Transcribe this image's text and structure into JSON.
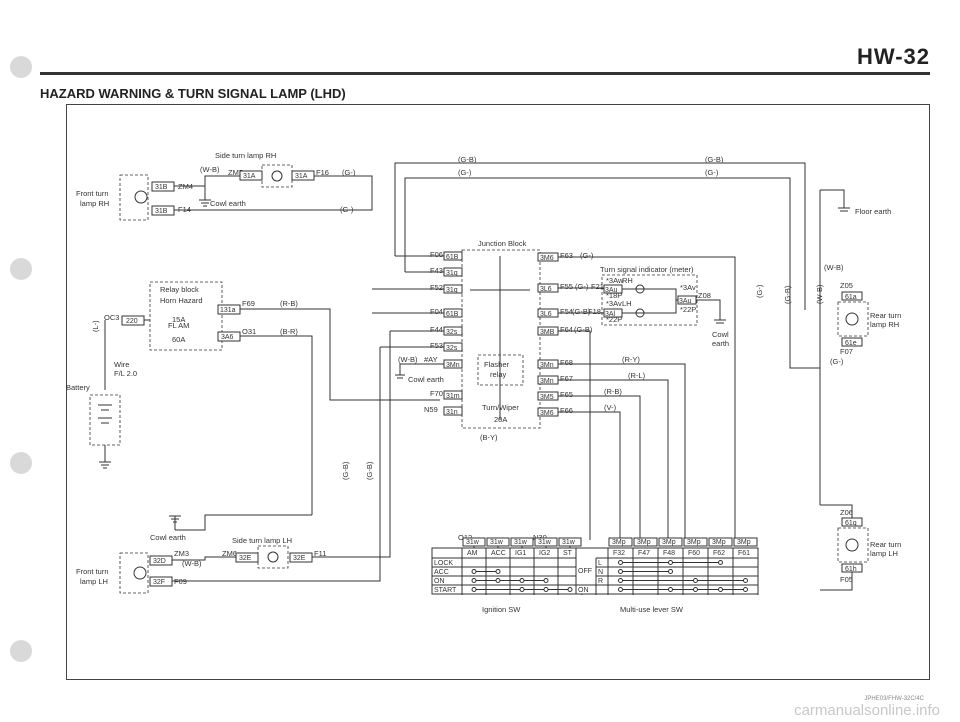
{
  "header": {
    "code": "HW-32",
    "title": "HAZARD WARNING & TURN SIGNAL LAMP (LHD)"
  },
  "components": {
    "side_turn_rh": "Side turn lamp RH",
    "side_turn_lh": "Side turn lamp LH",
    "front_turn_rh": [
      "Front turn",
      "lamp RH"
    ],
    "front_turn_lh": [
      "Front turn",
      "lamp LH"
    ],
    "rear_turn_rh": [
      "Rear turn",
      "lamp RH"
    ],
    "rear_turn_lh": [
      "Rear turn",
      "lamp LH"
    ],
    "relay_block": "Relay block",
    "horn_hazard": [
      "Horn Hazard",
      "15A"
    ],
    "fl_am": [
      "FL AM",
      "60A"
    ],
    "wire_fl": [
      "Wire",
      "F/L 2.0"
    ],
    "battery": "Battery",
    "junction_block": "Junction Block",
    "flasher_relay": [
      "Flasher",
      "relay"
    ],
    "turn_wiper": [
      "Turn/Wiper",
      "20A"
    ],
    "turn_indicator": "Turn signal indicator (meter)",
    "ignition_sw": "Ignition SW",
    "multi_use_sw": "Multi-use lever SW"
  },
  "earths": {
    "cowl_top": "Cowl earth",
    "cowl_mid": "Cowl earth",
    "cowl_bottom": "Cowl earth",
    "cowl_right": [
      "Cowl",
      "earth"
    ],
    "floor": "Floor earth"
  },
  "wire_labels": {
    "wb_top": "(W-B)",
    "gl_top": "(G-)",
    "gl_rh": "(G-)",
    "gb_main": "(G-B)",
    "gl_main": "(G-)",
    "gb_main_right": "(G-B)",
    "gl_main_right": "(G-)",
    "rb_relay": "(R-B)",
    "rb_relay2": "(B-R)",
    "l_vertical": "(L-)",
    "wb_flasher": "(W-B)",
    "gl_f63": "(G-)",
    "gl_f55": "(G-)",
    "gb_f54": "(G-B)",
    "gb_f64": "(G-B)",
    "ry": "(R-Y)",
    "rl": "(R-L)",
    "rb": "(R-B)",
    "vl": "(V-)",
    "by": "(B-Y)",
    "gb_vert1": "(G-B)",
    "gb_vert2": "(G-B)",
    "gl_vert_r": "(G-)",
    "gb_vert_r": "(G-B)",
    "wb_vert_r": "(W-B)",
    "wb_rear": "(W-B)",
    "gl_rear": "(G-)",
    "wb_lh": "(W-B)",
    "ay": "#AY"
  },
  "connectors": {
    "zm5": "ZM5",
    "f16": "F16",
    "zm4": "ZM4",
    "f14": "F14",
    "zm3": "ZM3",
    "zm6": "ZM6",
    "f11": "F11",
    "f09": "F09",
    "oc3": "OC3",
    "f69": "F69",
    "o31": "O31",
    "f06": "F06",
    "f43": "F43",
    "f52": "F52",
    "f04": "F04",
    "f44": "F44",
    "f53": "F53",
    "f70": "F70",
    "n59": "N59",
    "f63": "F63",
    "f55": "F55",
    "f54": "F54",
    "f64": "F64",
    "f68": "F68",
    "f67": "F67",
    "f65": "F65",
    "f66": "F66",
    "f21": "F21",
    "f18": "F18",
    "z08": "Z08",
    "z05": "Z05",
    "f07": "F07",
    "z06": "Z06",
    "f05": "F05",
    "o12": "O12",
    "n30": "N30"
  },
  "pins": {
    "p31b": "31B",
    "p31b2": "31B",
    "p31a": "31A",
    "p31a2": "31A",
    "p32d": "32D",
    "p32f": "32F",
    "p32e": "32E",
    "p32e2": "32E",
    "p31a_relay": "131a",
    "p3a6": "3A6",
    "p220": "220",
    "p61b": "61B",
    "p31g": "31g",
    "p31q": "31q",
    "p61b2": "61B",
    "p32s": "32s",
    "p32s2": "32s",
    "p3mn": "3Mn",
    "p31m": "31m",
    "p31n": "31n",
    "p3m6": "3M6",
    "p3l6": "3L6",
    "p3l6b": "3L6",
    "p3mb": "3MB",
    "p3mn2": "3Mn",
    "p3mn3": "3Mn",
    "p3m5": "3M5",
    "p3m6b": "3M6",
    "p3au": "3Au",
    "p3al": "3Al",
    "p3au2": "3Au",
    "p61a": "61a",
    "p61e": "61e",
    "p61g": "61g",
    "p61h": "61h",
    "ign_pins": [
      "31w",
      "31w",
      "31w",
      "31w",
      "31w"
    ],
    "mu_pins": [
      "3Mp",
      "3Mp",
      "3Mp",
      "3Mp",
      "3Mp",
      "3Mp"
    ]
  },
  "indicator": {
    "rh": "RH",
    "lh": "LH",
    "p_top": "*3Aw",
    "p_18p": "*18P",
    "p_3av": "*3Av",
    "p_22p": "*22P",
    "p_3av_r": "*3Av",
    "p_22p_r": "*22P"
  },
  "ignition_table": {
    "columns": [
      "AM",
      "ACC",
      "IG1",
      "IG2",
      "ST"
    ],
    "rows": [
      "LOCK",
      "ACC",
      "ON",
      "START"
    ],
    "links": [
      [],
      [
        0,
        1
      ],
      [
        0,
        1,
        2,
        3
      ],
      [
        0,
        2,
        3,
        4
      ]
    ]
  },
  "multiuse_table": {
    "columns": [
      "F32",
      "F47",
      "F48",
      "F60",
      "F62",
      "F61"
    ],
    "row_groups": [
      "OFF",
      "ON"
    ],
    "rows": [
      "L",
      "N",
      "R"
    ],
    "links": [
      [
        0,
        2,
        4
      ],
      [
        0,
        2
      ],
      [
        0,
        3,
        5
      ],
      [
        0,
        2,
        3,
        4,
        5
      ]
    ]
  },
  "doc_code": "JPHE03/FHW-32C/4C",
  "watermark": "carmanualsonline.info"
}
